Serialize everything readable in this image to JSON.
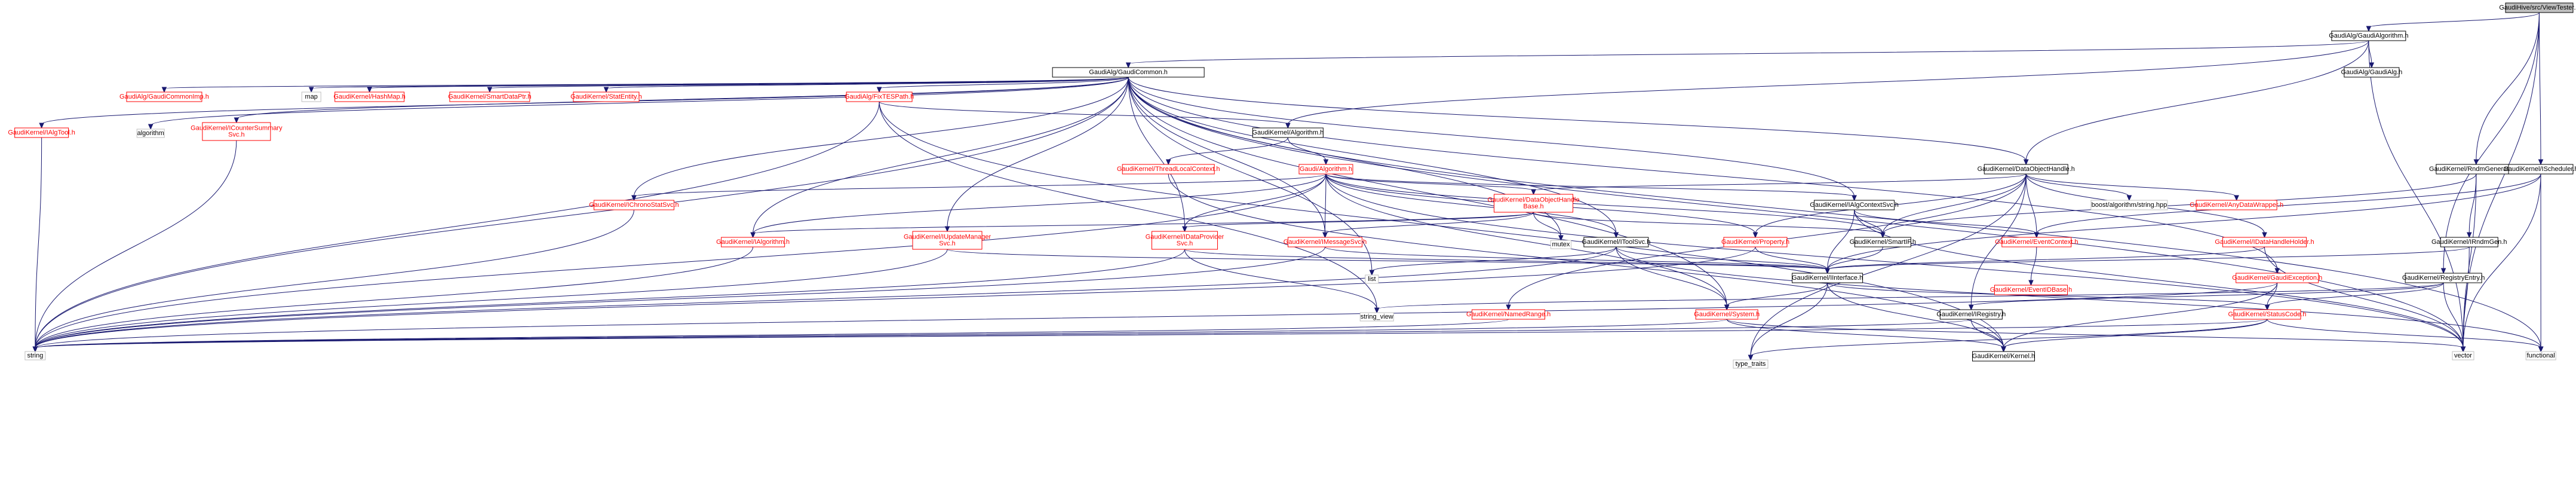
{
  "colors": {
    "edge": "#191970",
    "root_fill": "#bfbfbf",
    "root_border": "#000000",
    "documented_border": "#000000",
    "documented_text": "#000000",
    "undocumented_border": "#ff0000",
    "undocumented_text": "#ff0000",
    "external_border": "#bfbfbf",
    "external_text": "#000000"
  },
  "nodes": [
    {
      "id": "root",
      "label": "GaudiHive/src/ViewTester.h",
      "kind": "root"
    },
    {
      "id": "gaudialgorithm",
      "label": "GaudiAlg/GaudiAlgorithm.h",
      "kind": "doc"
    },
    {
      "id": "gaudicommon",
      "label": "GaudiAlg/GaudiCommon.h",
      "kind": "doc"
    },
    {
      "id": "gaudialg",
      "label": "GaudiAlg/GaudiAlg.h",
      "kind": "doc"
    },
    {
      "id": "gaudicommonimp",
      "label": "GaudiAlg/GaudiCommonImp.h",
      "kind": "undoc"
    },
    {
      "id": "map",
      "label": "map",
      "kind": "ext"
    },
    {
      "id": "hashmap",
      "label": "GaudiKernel/HashMap.h",
      "kind": "undoc"
    },
    {
      "id": "smartdataptr",
      "label": "GaudiKernel/SmartDataPtr.h",
      "kind": "undoc"
    },
    {
      "id": "statentity",
      "label": "GaudiKernel/StatEntity.h",
      "kind": "undoc"
    },
    {
      "id": "fixtespath",
      "label": "GaudiAlg/FixTESPath.h",
      "kind": "undoc"
    },
    {
      "id": "ialgtool",
      "label": "GaudiKernel/IAlgTool.h",
      "kind": "undoc"
    },
    {
      "id": "algorithm_std",
      "label": "algorithm",
      "kind": "ext"
    },
    {
      "id": "icountersummary",
      "label": "GaudiKernel/ICounterSummary\nSvc.h",
      "kind": "undoc"
    },
    {
      "id": "algorithm_gk",
      "label": "GaudiKernel/Algorithm.h",
      "kind": "doc"
    },
    {
      "id": "threadlocal",
      "label": "GaudiKernel/ThreadLocalContext.h",
      "kind": "undoc"
    },
    {
      "id": "algorithm_gaudi",
      "label": "Gaudi/Algorithm.h",
      "kind": "undoc"
    },
    {
      "id": "ichronostat",
      "label": "GaudiKernel/IChronoStatSvc.h",
      "kind": "undoc"
    },
    {
      "id": "dataobjecthandle",
      "label": "GaudiKernel/DataObjectHandle.h",
      "kind": "doc"
    },
    {
      "id": "dataobjecthandlebase",
      "label": "GaudiKernel/DataObjectHandle\nBase.h",
      "kind": "undoc"
    },
    {
      "id": "ialgcontextsvc",
      "label": "GaudiKernel/IAlgContextSvc.h",
      "kind": "doc"
    },
    {
      "id": "boost_string",
      "label": "boost/algorithm/string.hpp",
      "kind": "ext"
    },
    {
      "id": "anydatawrapper",
      "label": "GaudiKernel/AnyDataWrapper.h",
      "kind": "undoc"
    },
    {
      "id": "irndmgenerators",
      "label": "GaudiKernel/RndmGenerators.h",
      "kind": "doc"
    },
    {
      "id": "ischeduler",
      "label": "GaudiKernel/IScheduler.h",
      "kind": "doc"
    },
    {
      "id": "ialgorithm",
      "label": "GaudiKernel/IAlgorithm.h",
      "kind": "undoc"
    },
    {
      "id": "iupdatemanager",
      "label": "GaudiKernel/IUpdateManager\nSvc.h",
      "kind": "undoc"
    },
    {
      "id": "idataprovider",
      "label": "GaudiKernel/IDataProvider\nSvc.h",
      "kind": "undoc"
    },
    {
      "id": "imessagesvc",
      "label": "GaudiKernel/IMessageSvc.h",
      "kind": "undoc"
    },
    {
      "id": "mutex",
      "label": "mutex",
      "kind": "ext"
    },
    {
      "id": "itoolsvc",
      "label": "GaudiKernel/IToolSvc.h",
      "kind": "doc"
    },
    {
      "id": "property",
      "label": "GaudiKernel/Property.h",
      "kind": "undoc"
    },
    {
      "id": "smartif",
      "label": "GaudiKernel/SmartIF.h",
      "kind": "doc"
    },
    {
      "id": "eventcontext",
      "label": "GaudiKernel/EventContext.h",
      "kind": "undoc"
    },
    {
      "id": "idatahandleholder",
      "label": "GaudiKernel/IDataHandleHolder.h",
      "kind": "undoc"
    },
    {
      "id": "irndmgen",
      "label": "GaudiKernel/IRndmGen.h",
      "kind": "doc"
    },
    {
      "id": "list",
      "label": "list",
      "kind": "ext"
    },
    {
      "id": "iinterface",
      "label": "GaudiKernel/IInterface.h",
      "kind": "doc"
    },
    {
      "id": "eventidbase",
      "label": "GaudiKernel/EventIDBase.h",
      "kind": "undoc"
    },
    {
      "id": "gaudiexception",
      "label": "GaudiKernel/GaudiException.h",
      "kind": "undoc"
    },
    {
      "id": "registryentry",
      "label": "GaudiKernel/RegistryEntry.h",
      "kind": "doc"
    },
    {
      "id": "string_view",
      "label": "string_view",
      "kind": "ext"
    },
    {
      "id": "namedrange",
      "label": "GaudiKernel/NamedRange.h",
      "kind": "undoc"
    },
    {
      "id": "system",
      "label": "GaudiKernel/System.h",
      "kind": "undoc"
    },
    {
      "id": "iregistry",
      "label": "GaudiKernel/IRegistry.h",
      "kind": "doc"
    },
    {
      "id": "statuscode",
      "label": "GaudiKernel/StatusCode.h",
      "kind": "undoc"
    },
    {
      "id": "string",
      "label": "string",
      "kind": "ext"
    },
    {
      "id": "type_traits",
      "label": "type_traits",
      "kind": "ext"
    },
    {
      "id": "kernel",
      "label": "GaudiKernel/Kernel.h",
      "kind": "doc"
    },
    {
      "id": "vector",
      "label": "vector",
      "kind": "ext"
    },
    {
      "id": "functional",
      "label": "functional",
      "kind": "ext"
    }
  ],
  "edges": [
    [
      "root",
      "gaudialgorithm"
    ],
    [
      "root",
      "irndmgenerators"
    ],
    [
      "root",
      "ischeduler"
    ],
    [
      "root",
      "registryentry"
    ],
    [
      "root",
      "vector"
    ],
    [
      "gaudialgorithm",
      "gaudicommon"
    ],
    [
      "gaudialgorithm",
      "gaudialg"
    ],
    [
      "gaudialgorithm",
      "algorithm_gk"
    ],
    [
      "gaudialgorithm",
      "dataobjecthandle"
    ],
    [
      "gaudialgorithm",
      "vector"
    ],
    [
      "gaudicommon",
      "gaudicommonimp"
    ],
    [
      "gaudicommon",
      "map"
    ],
    [
      "gaudicommon",
      "hashmap"
    ],
    [
      "gaudicommon",
      "smartdataptr"
    ],
    [
      "gaudicommon",
      "statentity"
    ],
    [
      "gaudicommon",
      "fixtespath"
    ],
    [
      "gaudicommon",
      "ialgtool"
    ],
    [
      "gaudicommon",
      "algorithm_std"
    ],
    [
      "gaudicommon",
      "icountersummary"
    ],
    [
      "gaudicommon",
      "ichronostat"
    ],
    [
      "gaudicommon",
      "ialgorithm"
    ],
    [
      "gaudicommon",
      "iupdatemanager"
    ],
    [
      "gaudicommon",
      "idataprovider"
    ],
    [
      "gaudicommon",
      "imessagesvc"
    ],
    [
      "gaudicommon",
      "mutex"
    ],
    [
      "gaudicommon",
      "itoolsvc"
    ],
    [
      "gaudicommon",
      "ialgcontextsvc"
    ],
    [
      "gaudicommon",
      "dataobjecthandle"
    ],
    [
      "gaudicommon",
      "system"
    ],
    [
      "gaudicommon",
      "list"
    ],
    [
      "gaudicommon",
      "string"
    ],
    [
      "gaudicommon",
      "vector"
    ],
    [
      "gaudicommon",
      "functional"
    ],
    [
      "gaudicommon",
      "gaudiexception"
    ],
    [
      "fixtespath",
      "algorithm_gk"
    ],
    [
      "fixtespath",
      "string_view"
    ],
    [
      "fixtespath",
      "kernel"
    ],
    [
      "fixtespath",
      "string"
    ],
    [
      "ialgtool",
      "string"
    ],
    [
      "icountersummary",
      "string"
    ],
    [
      "algorithm_gk",
      "algorithm_gaudi"
    ],
    [
      "algorithm_gk",
      "threadlocal"
    ],
    [
      "threadlocal",
      "kernel"
    ],
    [
      "algorithm_gaudi",
      "ichronostat"
    ],
    [
      "algorithm_gaudi",
      "ialgorithm"
    ],
    [
      "algorithm_gaudi",
      "idataprovider"
    ],
    [
      "algorithm_gaudi",
      "imessagesvc"
    ],
    [
      "algorithm_gaudi",
      "itoolsvc"
    ],
    [
      "algorithm_gaudi",
      "property"
    ],
    [
      "algorithm_gaudi",
      "smartif"
    ],
    [
      "algorithm_gaudi",
      "ialgcontextsvc"
    ],
    [
      "algorithm_gaudi",
      "system"
    ],
    [
      "algorithm_gaudi",
      "string"
    ],
    [
      "algorithm_gaudi",
      "vector"
    ],
    [
      "algorithm_gaudi",
      "dataobjecthandlebase"
    ],
    [
      "ichronostat",
      "string"
    ],
    [
      "dataobjecthandle",
      "dataobjecthandlebase"
    ],
    [
      "dataobjecthandle",
      "boost_string"
    ],
    [
      "dataobjecthandle",
      "anydatawrapper"
    ],
    [
      "dataobjecthandle",
      "namedrange"
    ],
    [
      "dataobjecthandle",
      "iregistry"
    ],
    [
      "dataobjecthandle",
      "idatahandleholder"
    ],
    [
      "dataobjecthandle",
      "property"
    ],
    [
      "dataobjecthandle",
      "eventcontext"
    ],
    [
      "dataobjecthandle",
      "type_traits"
    ],
    [
      "dataobjecthandle",
      "smartif"
    ],
    [
      "dataobjecthandlebase",
      "idataprovider"
    ],
    [
      "dataobjecthandlebase",
      "imessagesvc"
    ],
    [
      "dataobjecthandlebase",
      "smartif"
    ],
    [
      "dataobjecthandlebase",
      "mutex"
    ],
    [
      "dataobjecthandlebase",
      "ialgorithm"
    ],
    [
      "ialgcontextsvc",
      "iinterface"
    ],
    [
      "ialgcontextsvc",
      "smartif"
    ],
    [
      "ialgcontextsvc",
      "eventcontext"
    ],
    [
      "ialgcontextsvc",
      "vector"
    ],
    [
      "irndmgenerators",
      "irndmgen"
    ],
    [
      "irndmgenerators",
      "smartif"
    ],
    [
      "irndmgenerators",
      "vector"
    ],
    [
      "ischeduler",
      "eventcontext"
    ],
    [
      "ischeduler",
      "iinterface"
    ],
    [
      "ischeduler",
      "vector"
    ],
    [
      "ischeduler",
      "functional"
    ],
    [
      "ialgorithm",
      "string"
    ],
    [
      "iupdatemanager",
      "iinterface"
    ],
    [
      "iupdatemanager",
      "string"
    ],
    [
      "idataprovider",
      "iinterface"
    ],
    [
      "idataprovider",
      "string"
    ],
    [
      "idataprovider",
      "string_view"
    ],
    [
      "imessagesvc",
      "iinterface"
    ],
    [
      "imessagesvc",
      "string"
    ],
    [
      "itoolsvc",
      "iinterface"
    ],
    [
      "itoolsvc",
      "system"
    ],
    [
      "itoolsvc",
      "list"
    ],
    [
      "itoolsvc",
      "string"
    ],
    [
      "itoolsvc",
      "functional"
    ],
    [
      "property",
      "iinterface"
    ],
    [
      "property",
      "string"
    ],
    [
      "smartif",
      "iinterface"
    ],
    [
      "eventcontext",
      "eventidbase"
    ],
    [
      "idatahandleholder",
      "iinterface"
    ],
    [
      "idatahandleholder",
      "vector"
    ],
    [
      "irndmgen",
      "iinterface"
    ],
    [
      "irndmgen",
      "vector"
    ],
    [
      "iinterface",
      "system"
    ],
    [
      "iinterface",
      "statuscode"
    ],
    [
      "iinterface",
      "kernel"
    ],
    [
      "iinterface",
      "type_traits"
    ],
    [
      "gaudiexception",
      "statuscode"
    ],
    [
      "gaudiexception",
      "string"
    ],
    [
      "gaudiexception",
      "kernel"
    ],
    [
      "registryentry",
      "iregistry"
    ],
    [
      "registryentry",
      "statuscode"
    ],
    [
      "registryentry",
      "vector"
    ],
    [
      "registryentry",
      "string_view"
    ],
    [
      "namedrange",
      "string"
    ],
    [
      "system",
      "kernel"
    ],
    [
      "system",
      "string"
    ],
    [
      "system",
      "vector"
    ],
    [
      "iregistry",
      "kernel"
    ],
    [
      "iregistry",
      "string"
    ],
    [
      "statuscode",
      "kernel"
    ],
    [
      "statuscode",
      "functional"
    ],
    [
      "statuscode",
      "string"
    ],
    [
      "statuscode",
      "type_traits"
    ]
  ]
}
